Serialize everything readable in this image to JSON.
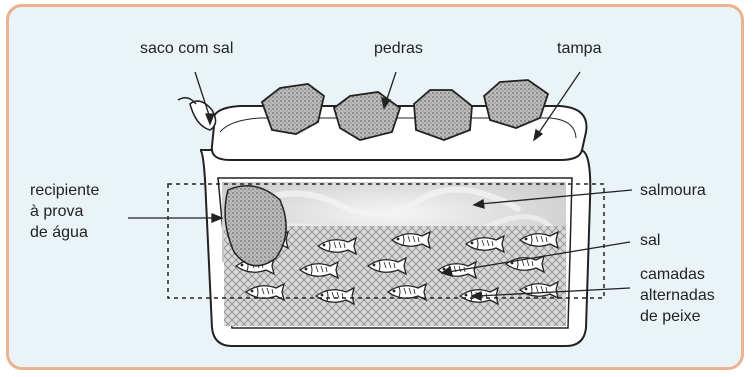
{
  "labels": {
    "saco_com_sal": "saco com sal",
    "pedras": "pedras",
    "tampa": "tampa",
    "recipiente": "recipiente\nà prova\nde água",
    "salmoura": "salmoura",
    "sal": "sal",
    "camadas": "camadas\nalternadas\nde peixe"
  },
  "colors": {
    "frame_border": "#e9b38f",
    "frame_bg": "#eaf4f8",
    "ink": "#222222"
  }
}
